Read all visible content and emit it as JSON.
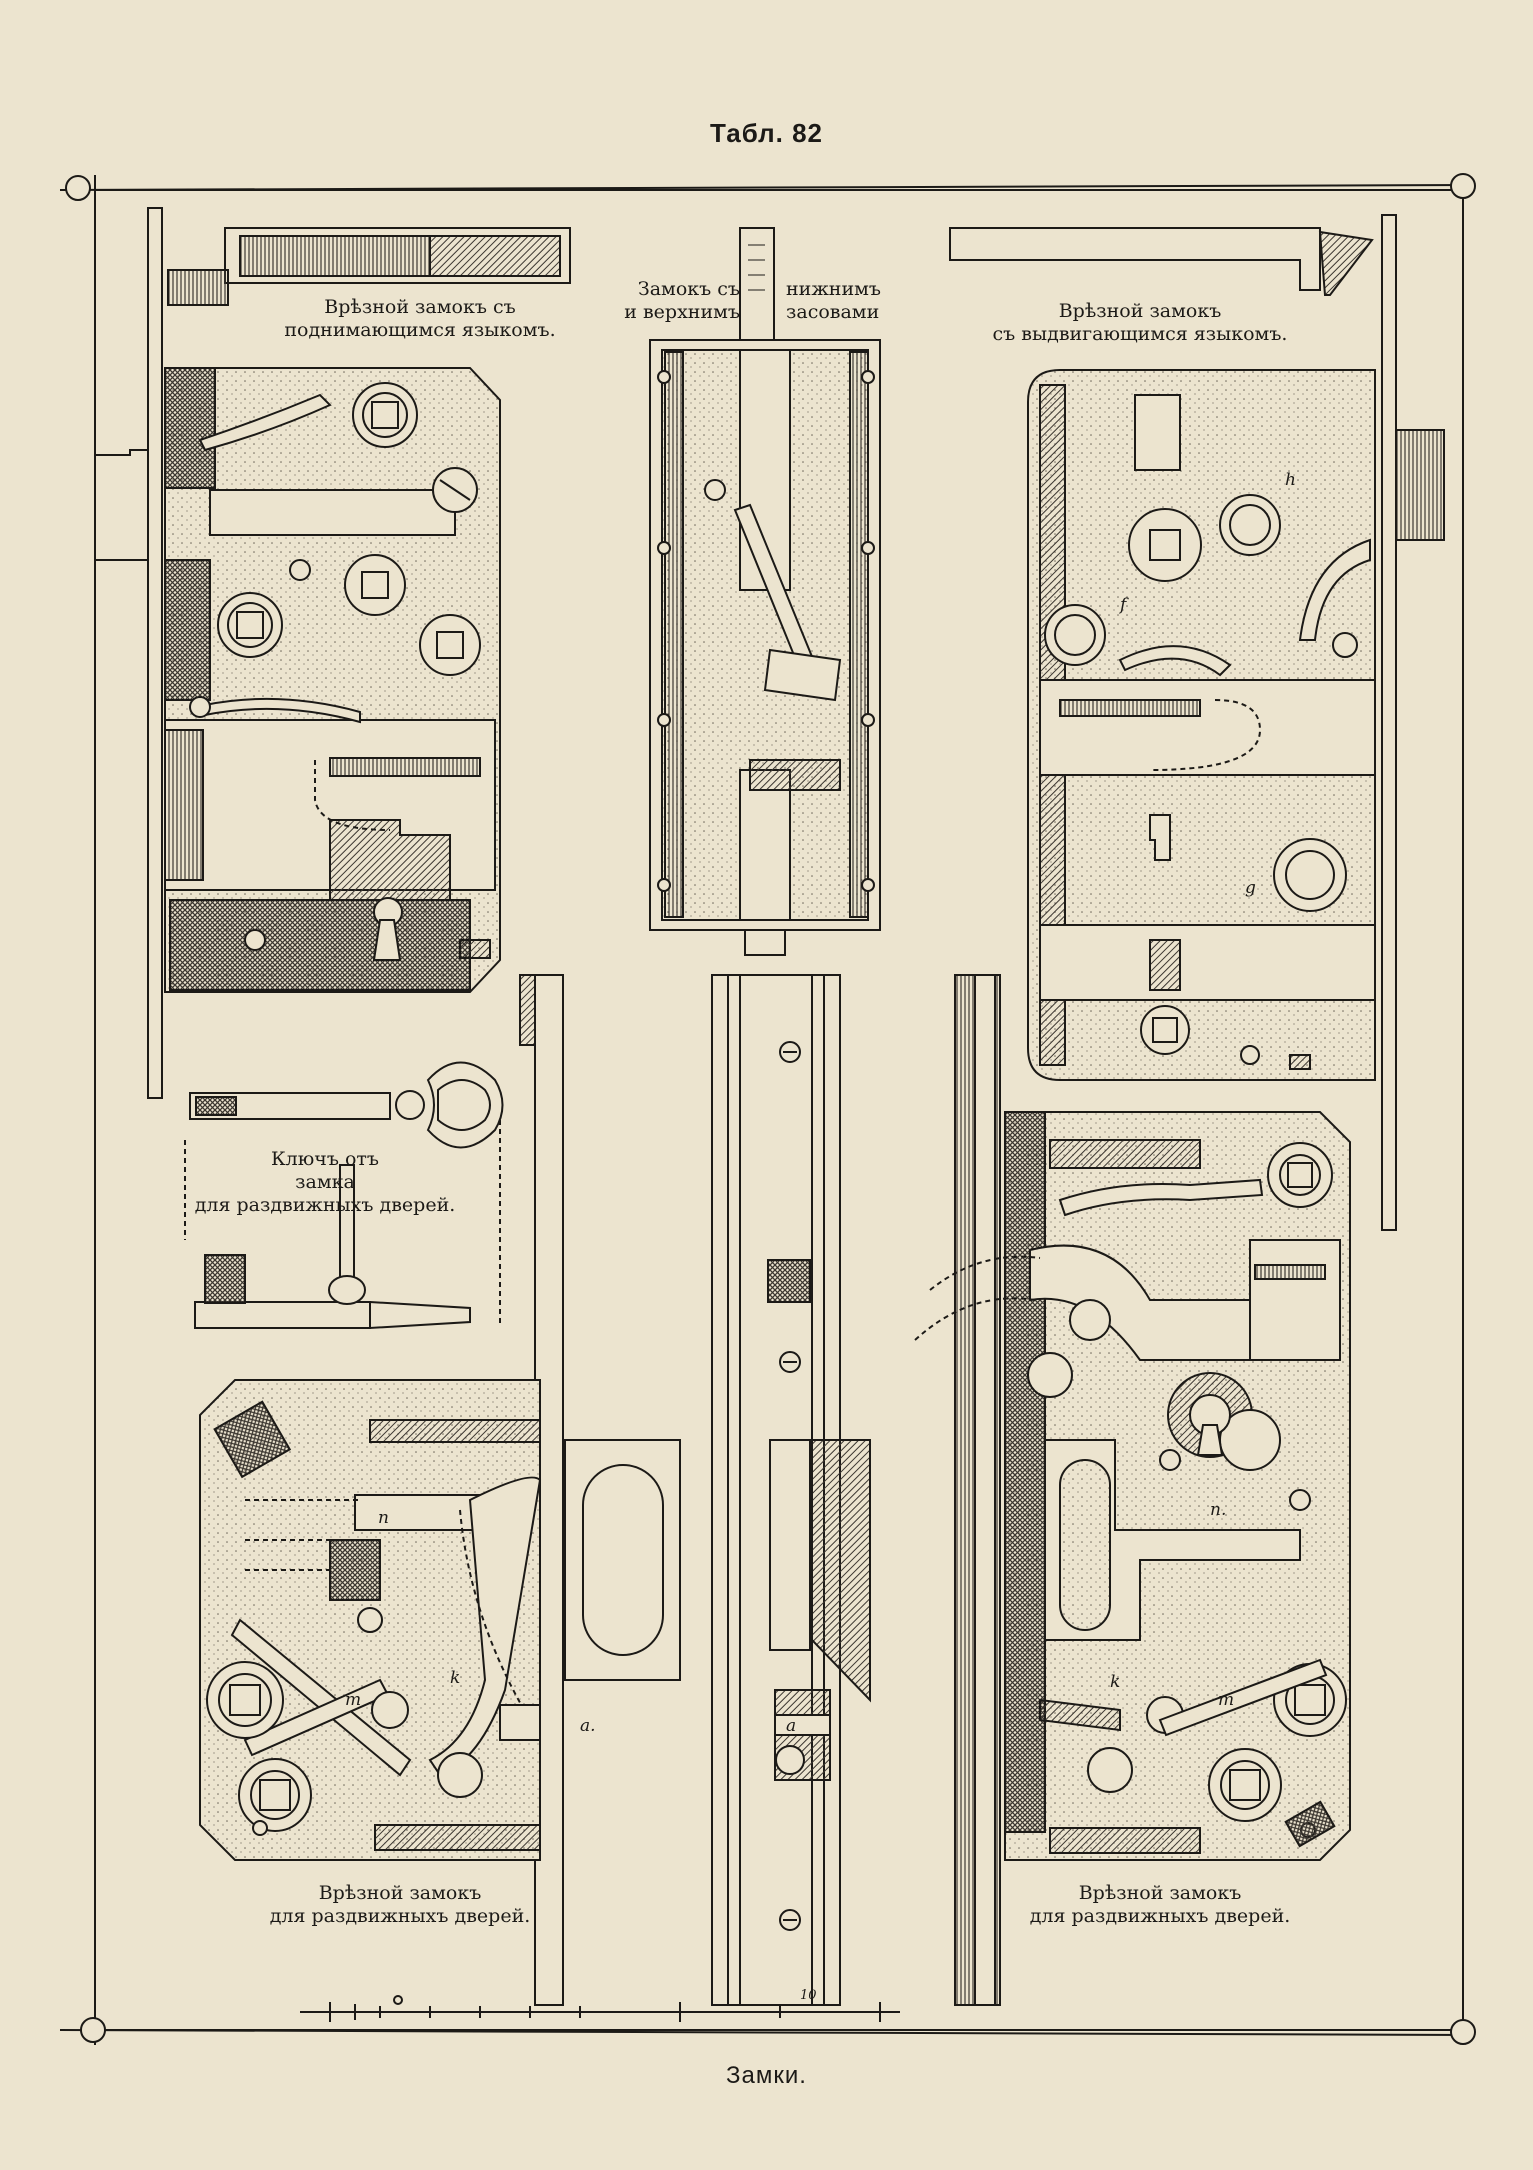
{
  "plate": {
    "title": "Табл. 82",
    "footer": "Замки."
  },
  "captions": {
    "lifting_latch": [
      "Врѣзной замокъ съ",
      "поднимающимся языкомъ."
    ],
    "top_bottom_bolts_left": [
      "Замокъ съ",
      "и верхнимъ"
    ],
    "top_bottom_bolts_right": [
      "нижнимъ",
      "засовами"
    ],
    "sliding_latch": [
      "Врѣзной замокъ",
      "съ выдвигающимся языкомъ."
    ],
    "key": [
      "Ключъ отъ",
      "замка",
      "для раздвижныхъ дверей."
    ],
    "sliding_door_left": [
      "Врѣзной замокъ",
      "для раздвижныхъ дверей."
    ],
    "sliding_door_right": [
      "Врѣзной замокъ",
      "для раздвижныхъ дверей."
    ]
  },
  "letters": {
    "h": "h",
    "f": "f",
    "g": "g",
    "n_left": "n",
    "k_left": "k",
    "m_left": "m",
    "a_left": "a.",
    "a_center": "a",
    "n_right": "n.",
    "k_right": "k",
    "m_right": "m",
    "scale_mark": "10"
  },
  "colors": {
    "paper": "#ece4cf",
    "ink": "#1c1a17",
    "hatch": "#3b3630",
    "stipple": "#d9cfb6"
  }
}
